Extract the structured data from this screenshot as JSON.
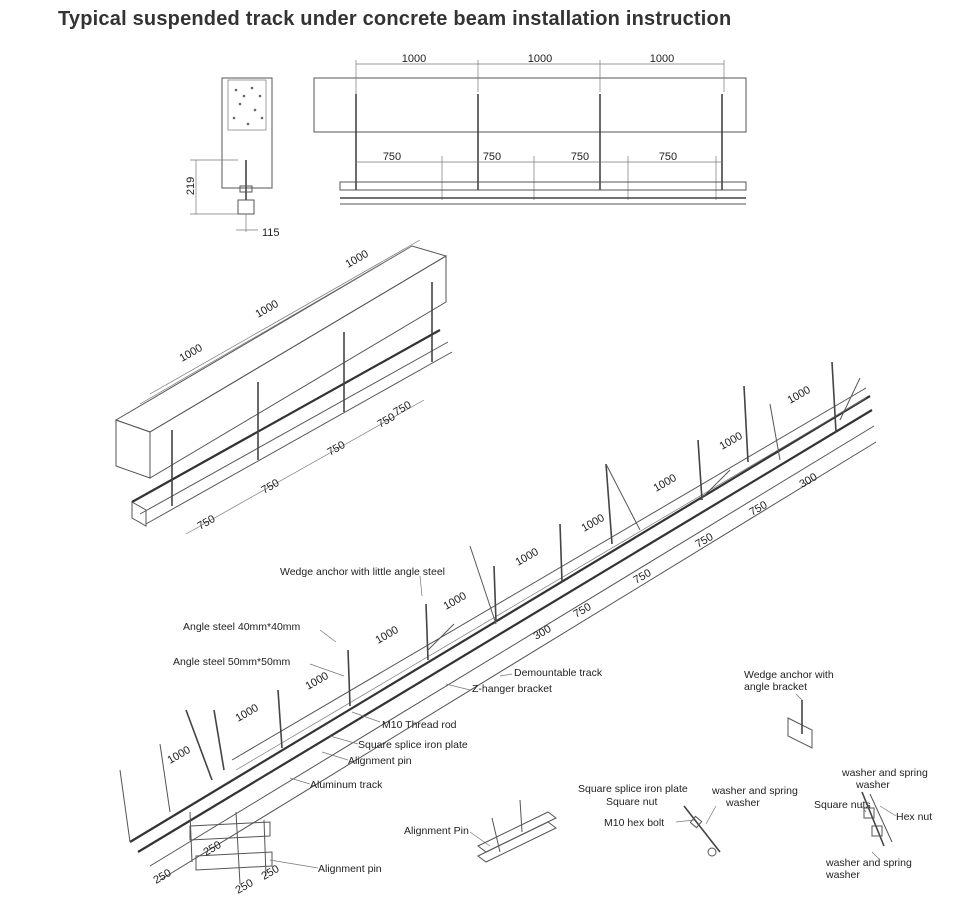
{
  "title": "Typical suspended track under concrete beam installation instruction",
  "section": {
    "dim_height": "219",
    "dim_width": "115"
  },
  "elevation": {
    "dims_top": [
      "1000",
      "1000",
      "1000"
    ],
    "dims_bottom": [
      "750",
      "750",
      "750",
      "750"
    ]
  },
  "iso_small": {
    "dims_top": [
      "1000",
      "1000",
      "1000"
    ],
    "dims_bottom": [
      "750",
      "750",
      "750",
      "750",
      "750"
    ]
  },
  "iso_large": {
    "dims_1000": [
      "1000",
      "1000",
      "1000",
      "1000",
      "1000",
      "1000",
      "1000",
      "1000",
      "1000",
      "1000"
    ],
    "dims_750": [
      "750",
      "750",
      "750",
      "750"
    ],
    "dims_300": [
      "300",
      "300"
    ],
    "dims_250": [
      "250",
      "250",
      "250",
      "250"
    ]
  },
  "callouts": {
    "wedge_anchor_little": "Wedge anchor with little angle steel",
    "angle_40": "Angle steel 40mm*40mm",
    "angle_50": "Angle steel 50mm*50mm",
    "demountable_track": "Demountable track",
    "z_hanger": "Z-hanger bracket",
    "m10_rod": "M10 Thread rod",
    "square_splice": "Square splice iron plate",
    "alignment_pin": "Alignment pin",
    "aluminum_track": "Aluminum track",
    "alignment_pin_bottom": "Alignment pin"
  },
  "details": {
    "wedge_anchor_bracket_1": "Wedge anchor with",
    "wedge_anchor_bracket_2": "angle bracket",
    "alignment_pin_detail": "Alignment Pin",
    "splice_plate": "Square splice iron plate",
    "square_nut": "Square nut",
    "washer_spring_1a": "washer and spring",
    "washer_spring_1b": "washer",
    "m10_hex": "M10 hex bolt",
    "washer_spring_2a": "washer and spring",
    "washer_spring_2b": "washer",
    "square_nuts": "Square nuts",
    "hex_nut": "Hex nut",
    "washer_spring_3a": "washer and spring",
    "washer_spring_3b": "washer"
  }
}
